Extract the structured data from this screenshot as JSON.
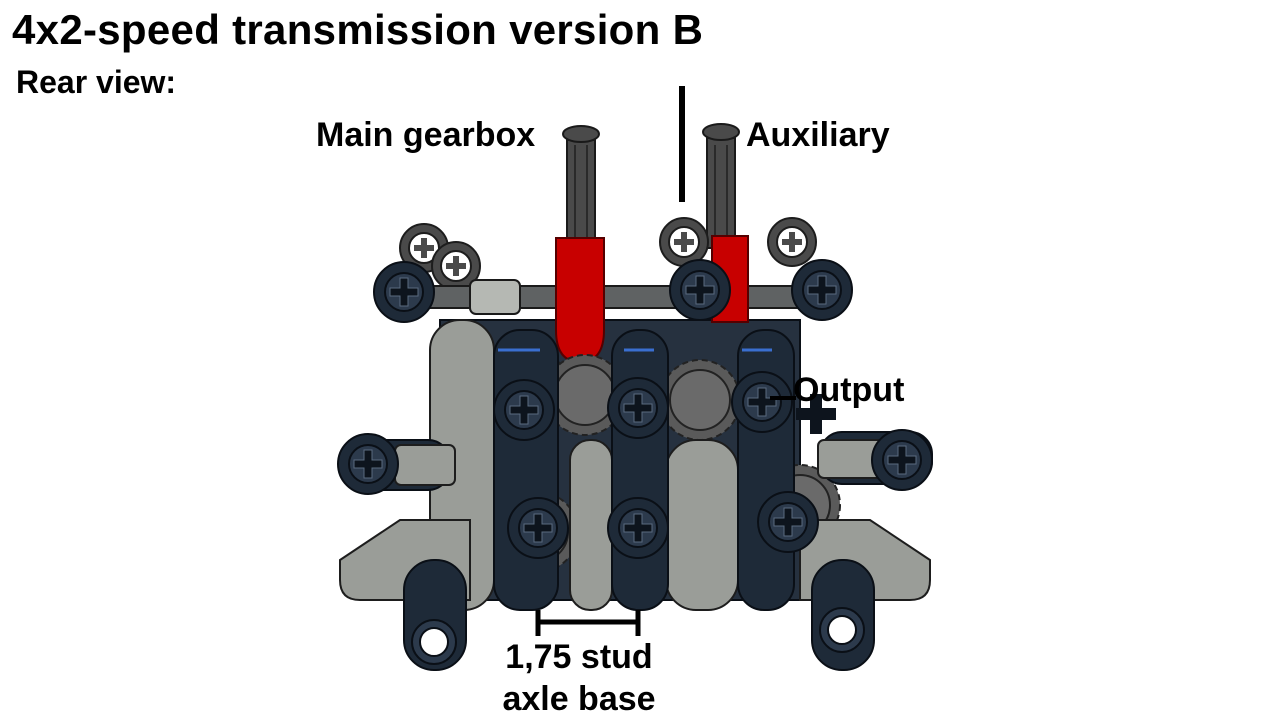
{
  "header": {
    "title": "4x2-speed transmission version B",
    "subtitle": "Rear view:"
  },
  "annotations": {
    "main_gearbox": "Main gearbox",
    "auxiliary": "Auxiliary",
    "output": "Output",
    "axle_base_line1": "1,75 stud",
    "axle_base_line2": "axle base"
  },
  "colors": {
    "dark_bluish_gray": "#1e2a38",
    "light_gray": "#9a9d98",
    "dark_gray": "#4a4a4a",
    "red": "#c80000",
    "blue_accent": "#3a6fd0"
  }
}
